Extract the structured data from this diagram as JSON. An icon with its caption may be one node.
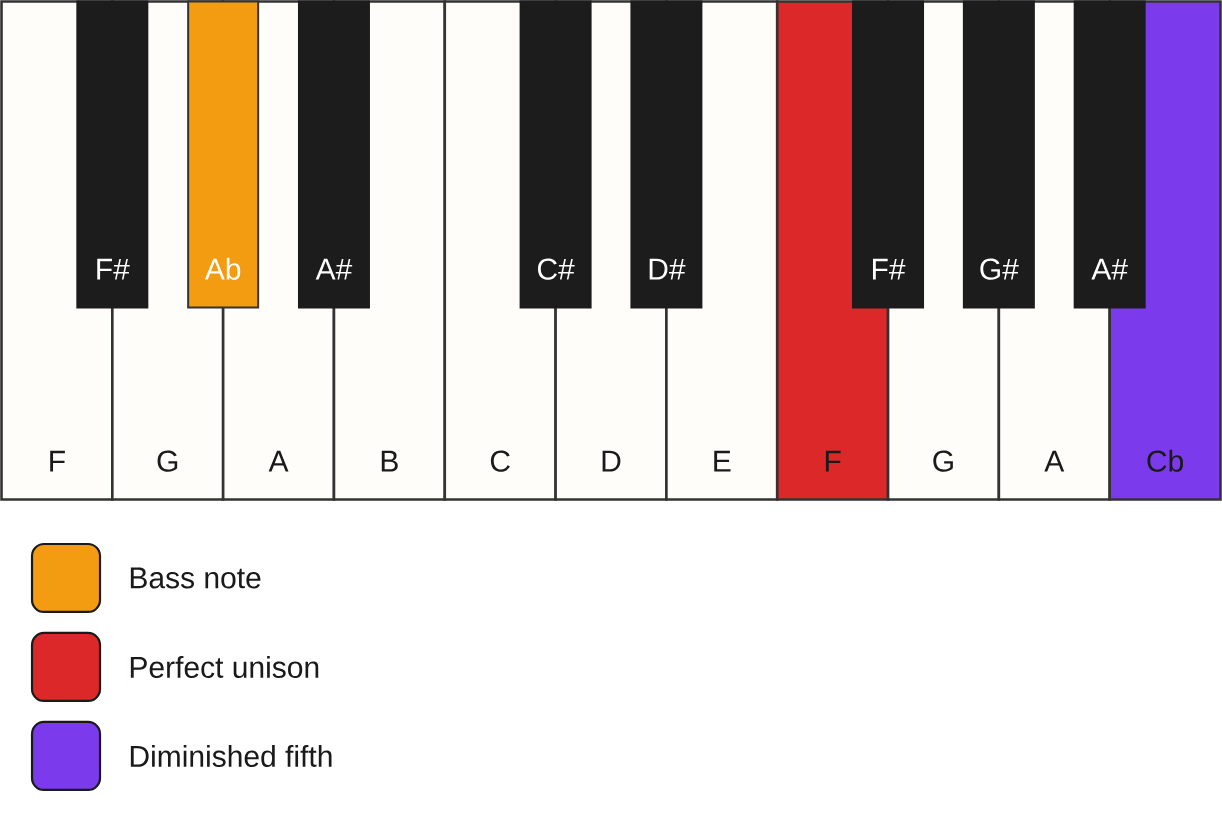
{
  "diagram": {
    "nodes": [
      {
        "text": [
          "F"
        ]
      },
      {
        "text": [
          "F#"
        ]
      },
      {
        "text": [
          "G"
        ]
      },
      {
        "text": [
          "Ab"
        ]
      },
      {
        "text": [
          "A"
        ]
      },
      {
        "text": [
          "A#"
        ]
      },
      {
        "text": [
          "B"
        ]
      },
      {
        "text": [
          "C"
        ]
      },
      {
        "text": [
          "C#"
        ]
      },
      {
        "text": [
          "D"
        ]
      },
      {
        "text": [
          "D#"
        ]
      },
      {
        "text": [
          "E"
        ]
      },
      {
        "text": [
          "F"
        ]
      },
      {
        "text": [
          "F#"
        ]
      },
      {
        "text": [
          "G"
        ]
      },
      {
        "text": [
          "G#"
        ]
      },
      {
        "text": [
          "A"
        ]
      },
      {
        "text": [
          "A#"
        ]
      },
      {
        "text": [
          "Cb"
        ]
      }
    ],
    "legend": [
      {
        "text": "Bass note",
        "color": "#f39c12"
      },
      {
        "text": "Perfect unison",
        "color": "#dc2828"
      },
      {
        "text": "Diminished fifth",
        "color": "#7c3aed"
      }
    ]
  }
}
